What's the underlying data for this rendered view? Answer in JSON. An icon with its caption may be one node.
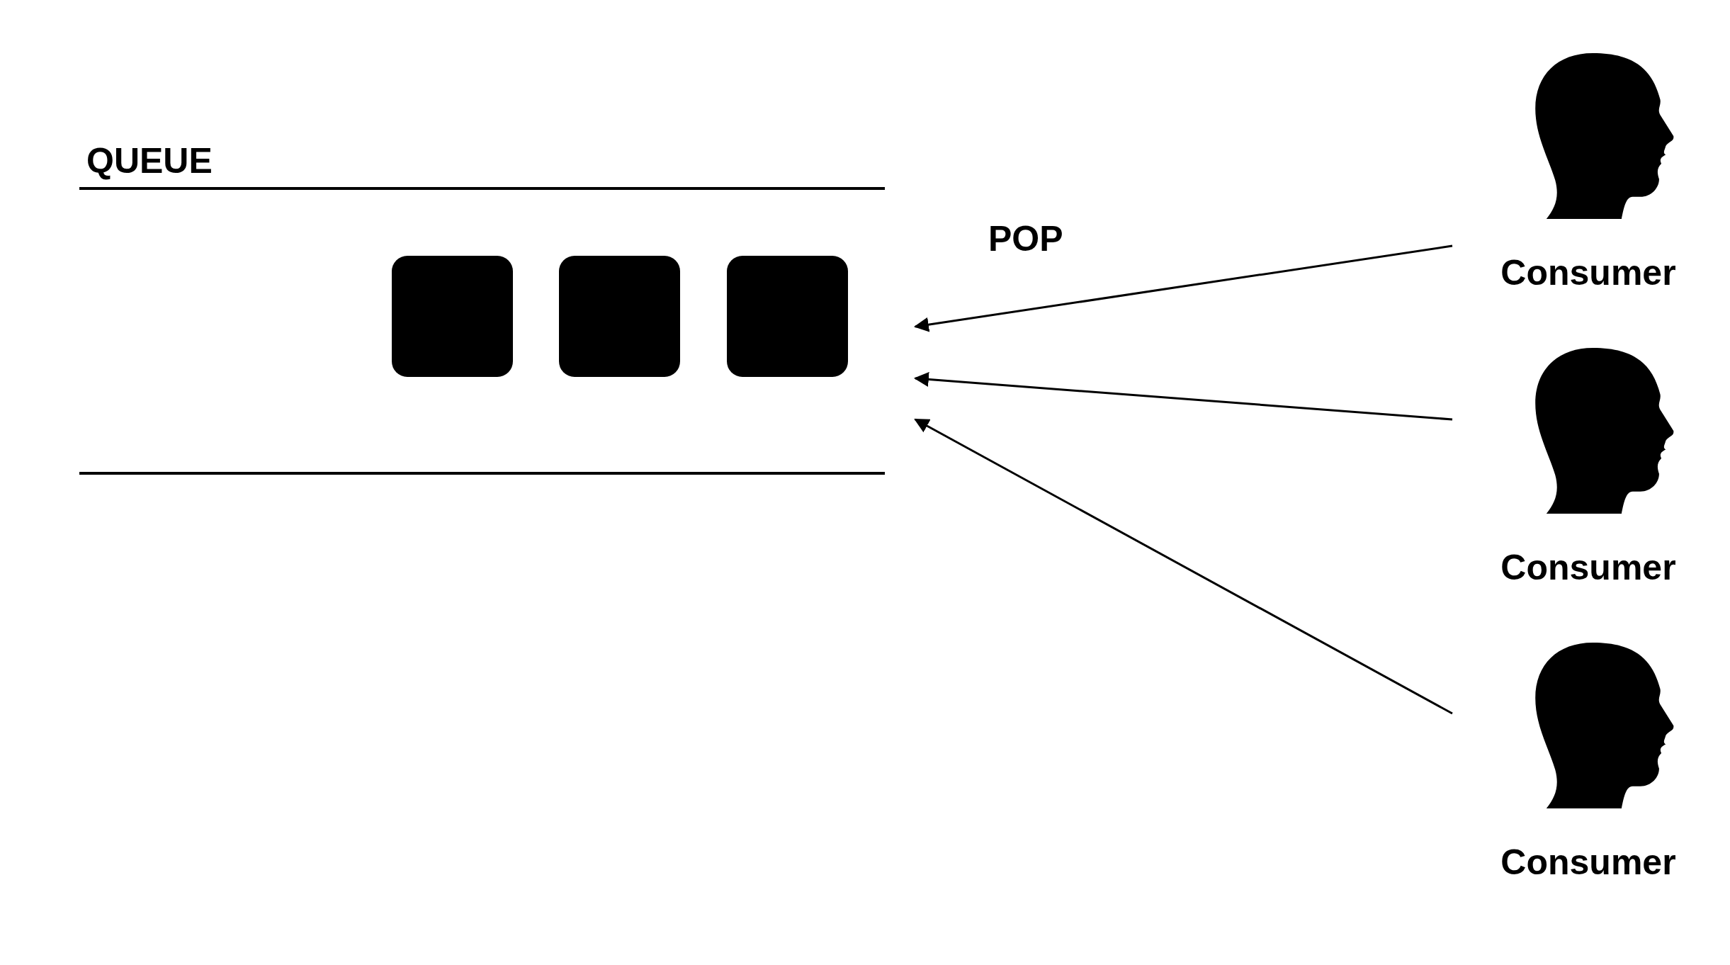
{
  "diagram": {
    "nodes": [
      {
        "text": [
          "QUEUE"
        ]
      },
      {
        "text": [],
        "shape": "box",
        "in": 0
      },
      {
        "text": [],
        "shape": "box",
        "in": 0
      },
      {
        "text": [],
        "shape": "box",
        "in": 0
      },
      {
        "text": [
          "Consumer"
        ]
      },
      {
        "text": [
          "Consumer"
        ]
      },
      {
        "text": [
          "Consumer"
        ]
      }
    ],
    "edges": [
      {
        "from": 4,
        "to": 0,
        "arrow": "to"
      },
      {
        "from": 5,
        "to": 0,
        "arrow": "to"
      },
      {
        "from": 6,
        "to": 0,
        "arrow": "to"
      }
    ],
    "labels": [
      "POP"
    ]
  }
}
